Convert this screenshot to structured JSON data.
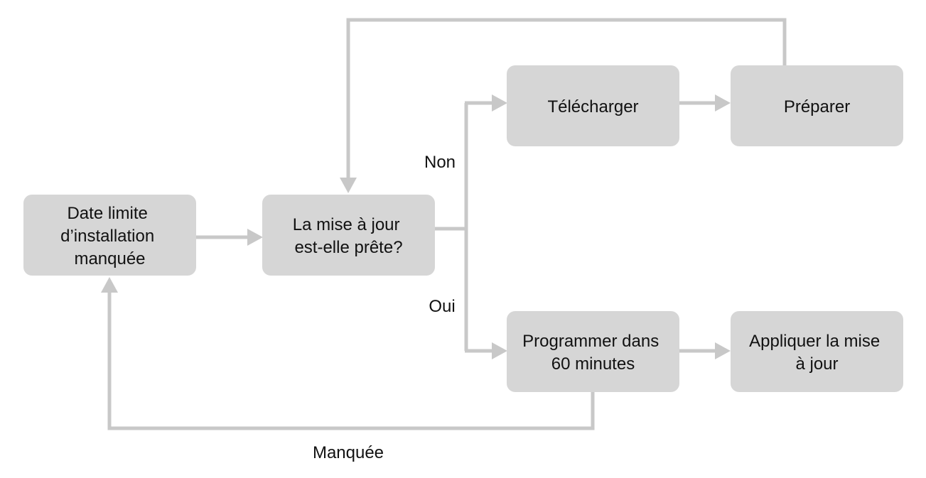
{
  "colors": {
    "node_fill": "#d6d6d6",
    "connector": "#c8c8c8",
    "text": "#111111"
  },
  "nodes": {
    "deadline_missed": [
      "Date limite",
      "d’installation",
      "manquée"
    ],
    "update_ready": [
      "La mise à jour",
      "est-elle prête?"
    ],
    "download": [
      "Télécharger"
    ],
    "prepare": [
      "Préparer"
    ],
    "schedule": [
      "Programmer dans",
      "60 minutes"
    ],
    "apply": [
      "Appliquer la mise",
      "à jour"
    ]
  },
  "labels": {
    "no": "Non",
    "yes": "Oui",
    "missed": "Manquée"
  }
}
